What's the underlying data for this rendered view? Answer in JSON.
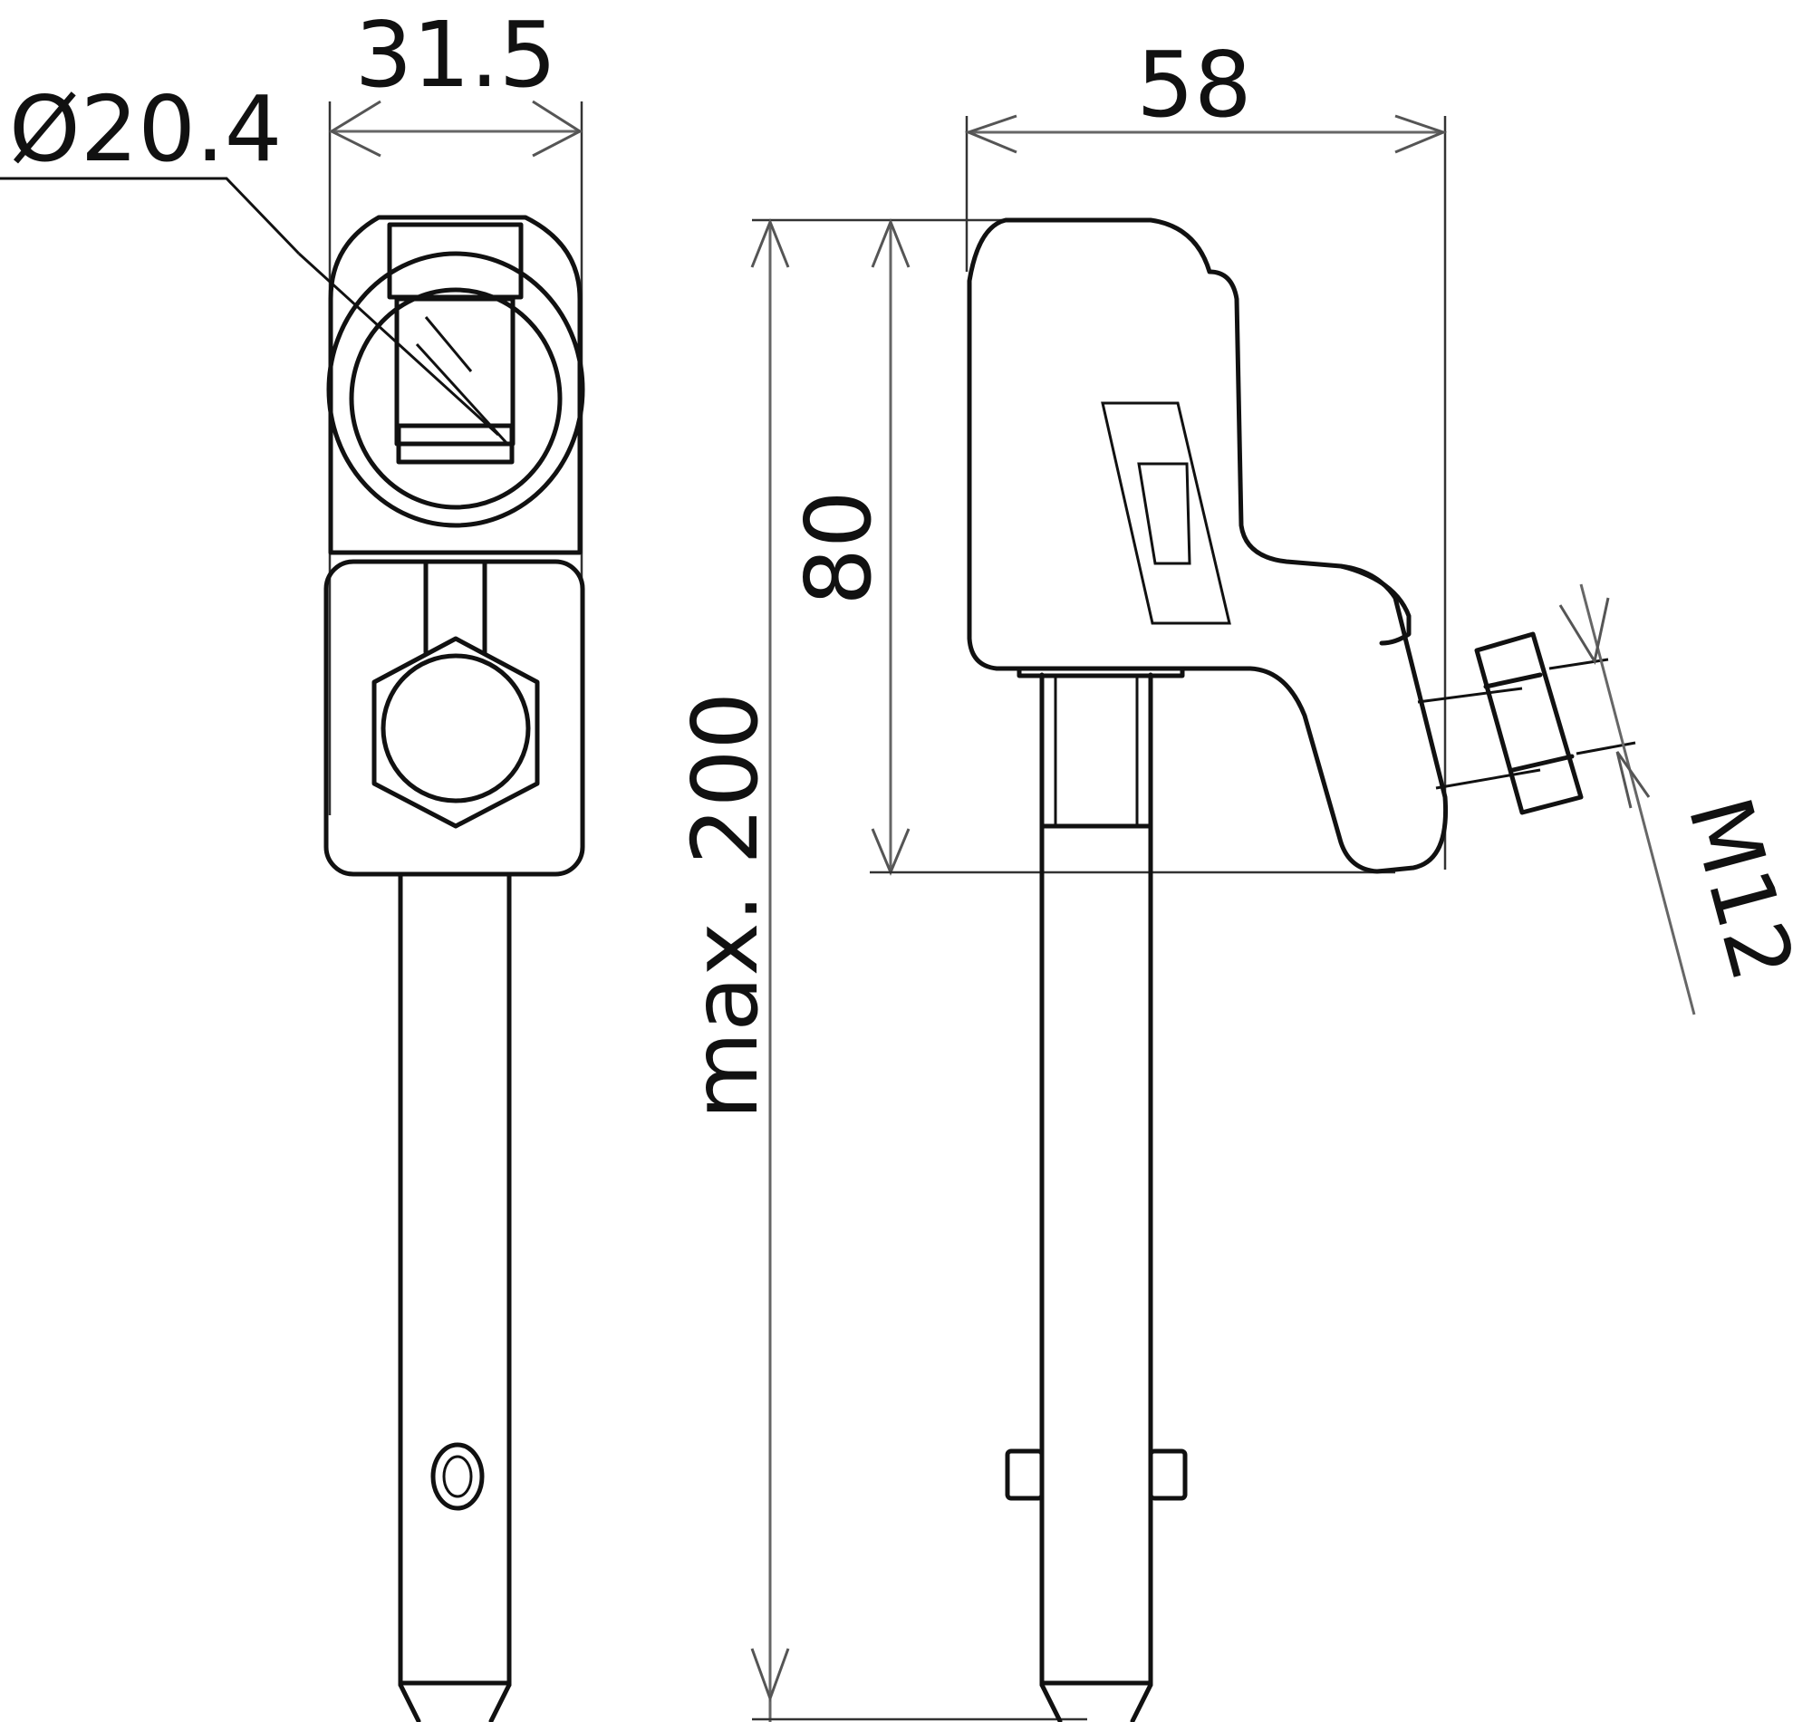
{
  "drawing": {
    "type": "technical-dimension-drawing",
    "views": [
      "front-view",
      "side-view"
    ],
    "units": "mm",
    "colors": {
      "background": "#ffffff",
      "part_outline": "#111111",
      "dimension_line": "#666666"
    }
  },
  "dimensions": {
    "width_front": "31.5",
    "diameter": "Ø20.4",
    "width_side": "58",
    "height_head": "80",
    "length_max": "max. 200",
    "thread": "M12"
  }
}
